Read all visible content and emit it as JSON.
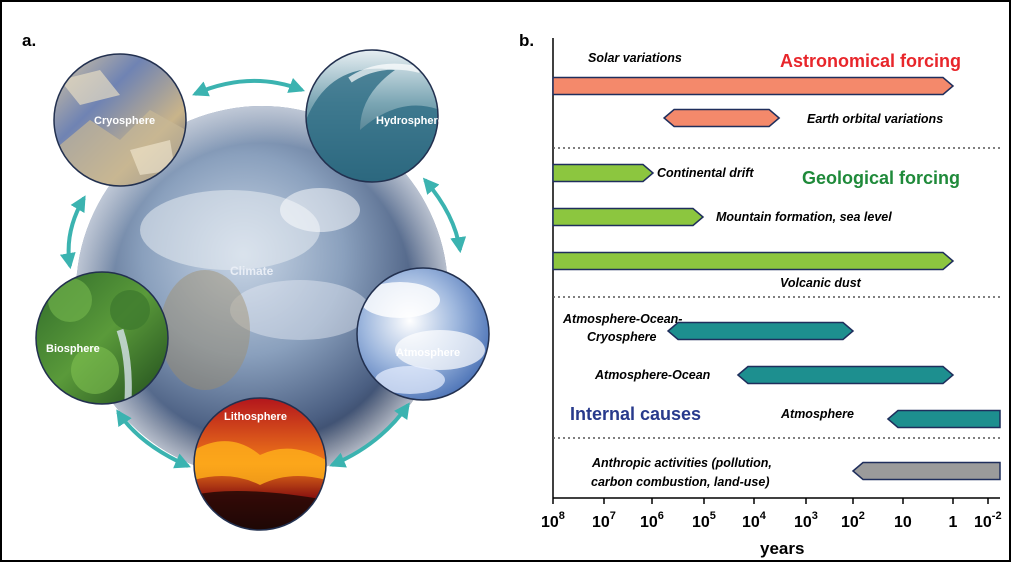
{
  "panel_a": {
    "label": "a.",
    "center_label": "Climate",
    "spheres": [
      {
        "id": "cryosphere",
        "label": "Cryosphere"
      },
      {
        "id": "hydrosphere",
        "label": "Hydrosphere"
      },
      {
        "id": "biosphere",
        "label": "Biosphere"
      },
      {
        "id": "atmosphere",
        "label": "Atmosphere"
      },
      {
        "id": "lithosphere",
        "label": "Lithosphere"
      }
    ],
    "colors": {
      "arrow": "#3bb3b0"
    }
  },
  "panel_b": {
    "label": "b.",
    "headings": {
      "astronomical": {
        "text": "Astronomical forcing",
        "color": "#e8262b"
      },
      "geological": {
        "text": "Geological forcing",
        "color": "#1f8a3a"
      },
      "internal": {
        "text": "Internal causes",
        "color": "#283a8c"
      }
    },
    "axis": {
      "title": "years",
      "ticks": [
        {
          "base": "10",
          "exp": "8"
        },
        {
          "base": "10",
          "exp": "7"
        },
        {
          "base": "10",
          "exp": "6"
        },
        {
          "base": "10",
          "exp": "5"
        },
        {
          "base": "10",
          "exp": "4"
        },
        {
          "base": "10",
          "exp": "3"
        },
        {
          "base": "10",
          "exp": "2"
        },
        {
          "base": "10",
          "exp": ""
        },
        {
          "base": "1",
          "exp": ""
        },
        {
          "base": "10",
          "exp": "-2"
        }
      ]
    },
    "colors": {
      "astronomical": "#f4896b",
      "geological": "#8cc63f",
      "internal": "#1d8f8f",
      "anthropic": "#9b9b9b"
    }
  },
  "chart_data": {
    "type": "timeline",
    "x_scale": "log10 years (decreasing left to right)",
    "xlim": [
      100000000,
      0.01
    ],
    "xlabel": "years",
    "groups": [
      {
        "name": "Astronomical forcing",
        "items": [
          {
            "label": "Solar variations",
            "from": 100000000,
            "to": 1
          },
          {
            "label": "Earth orbital variations",
            "from": 600000,
            "to": 3000
          }
        ]
      },
      {
        "name": "Geological forcing",
        "items": [
          {
            "label": "Continental drift",
            "from": 100000000,
            "to": 1000000
          },
          {
            "label": "Mountain formation, sea level",
            "from": 100000000,
            "to": 100000
          },
          {
            "label": "Volcanic dust",
            "from": 100000000,
            "to": 1
          }
        ]
      },
      {
        "name": "Internal causes",
        "items": [
          {
            "label": "Atmosphere-Ocean-Cryosphere",
            "from": 500000,
            "to": 100
          },
          {
            "label": "Atmosphere-Ocean",
            "from": 20000,
            "to": 1
          },
          {
            "label": "Atmosphere",
            "from": 20,
            "to": 0.01
          }
        ]
      },
      {
        "name": "",
        "items": [
          {
            "label": "Anthropic activities (pollution, carbon combustion, land-use)",
            "from": 100,
            "to": 0.01
          }
        ]
      }
    ]
  }
}
